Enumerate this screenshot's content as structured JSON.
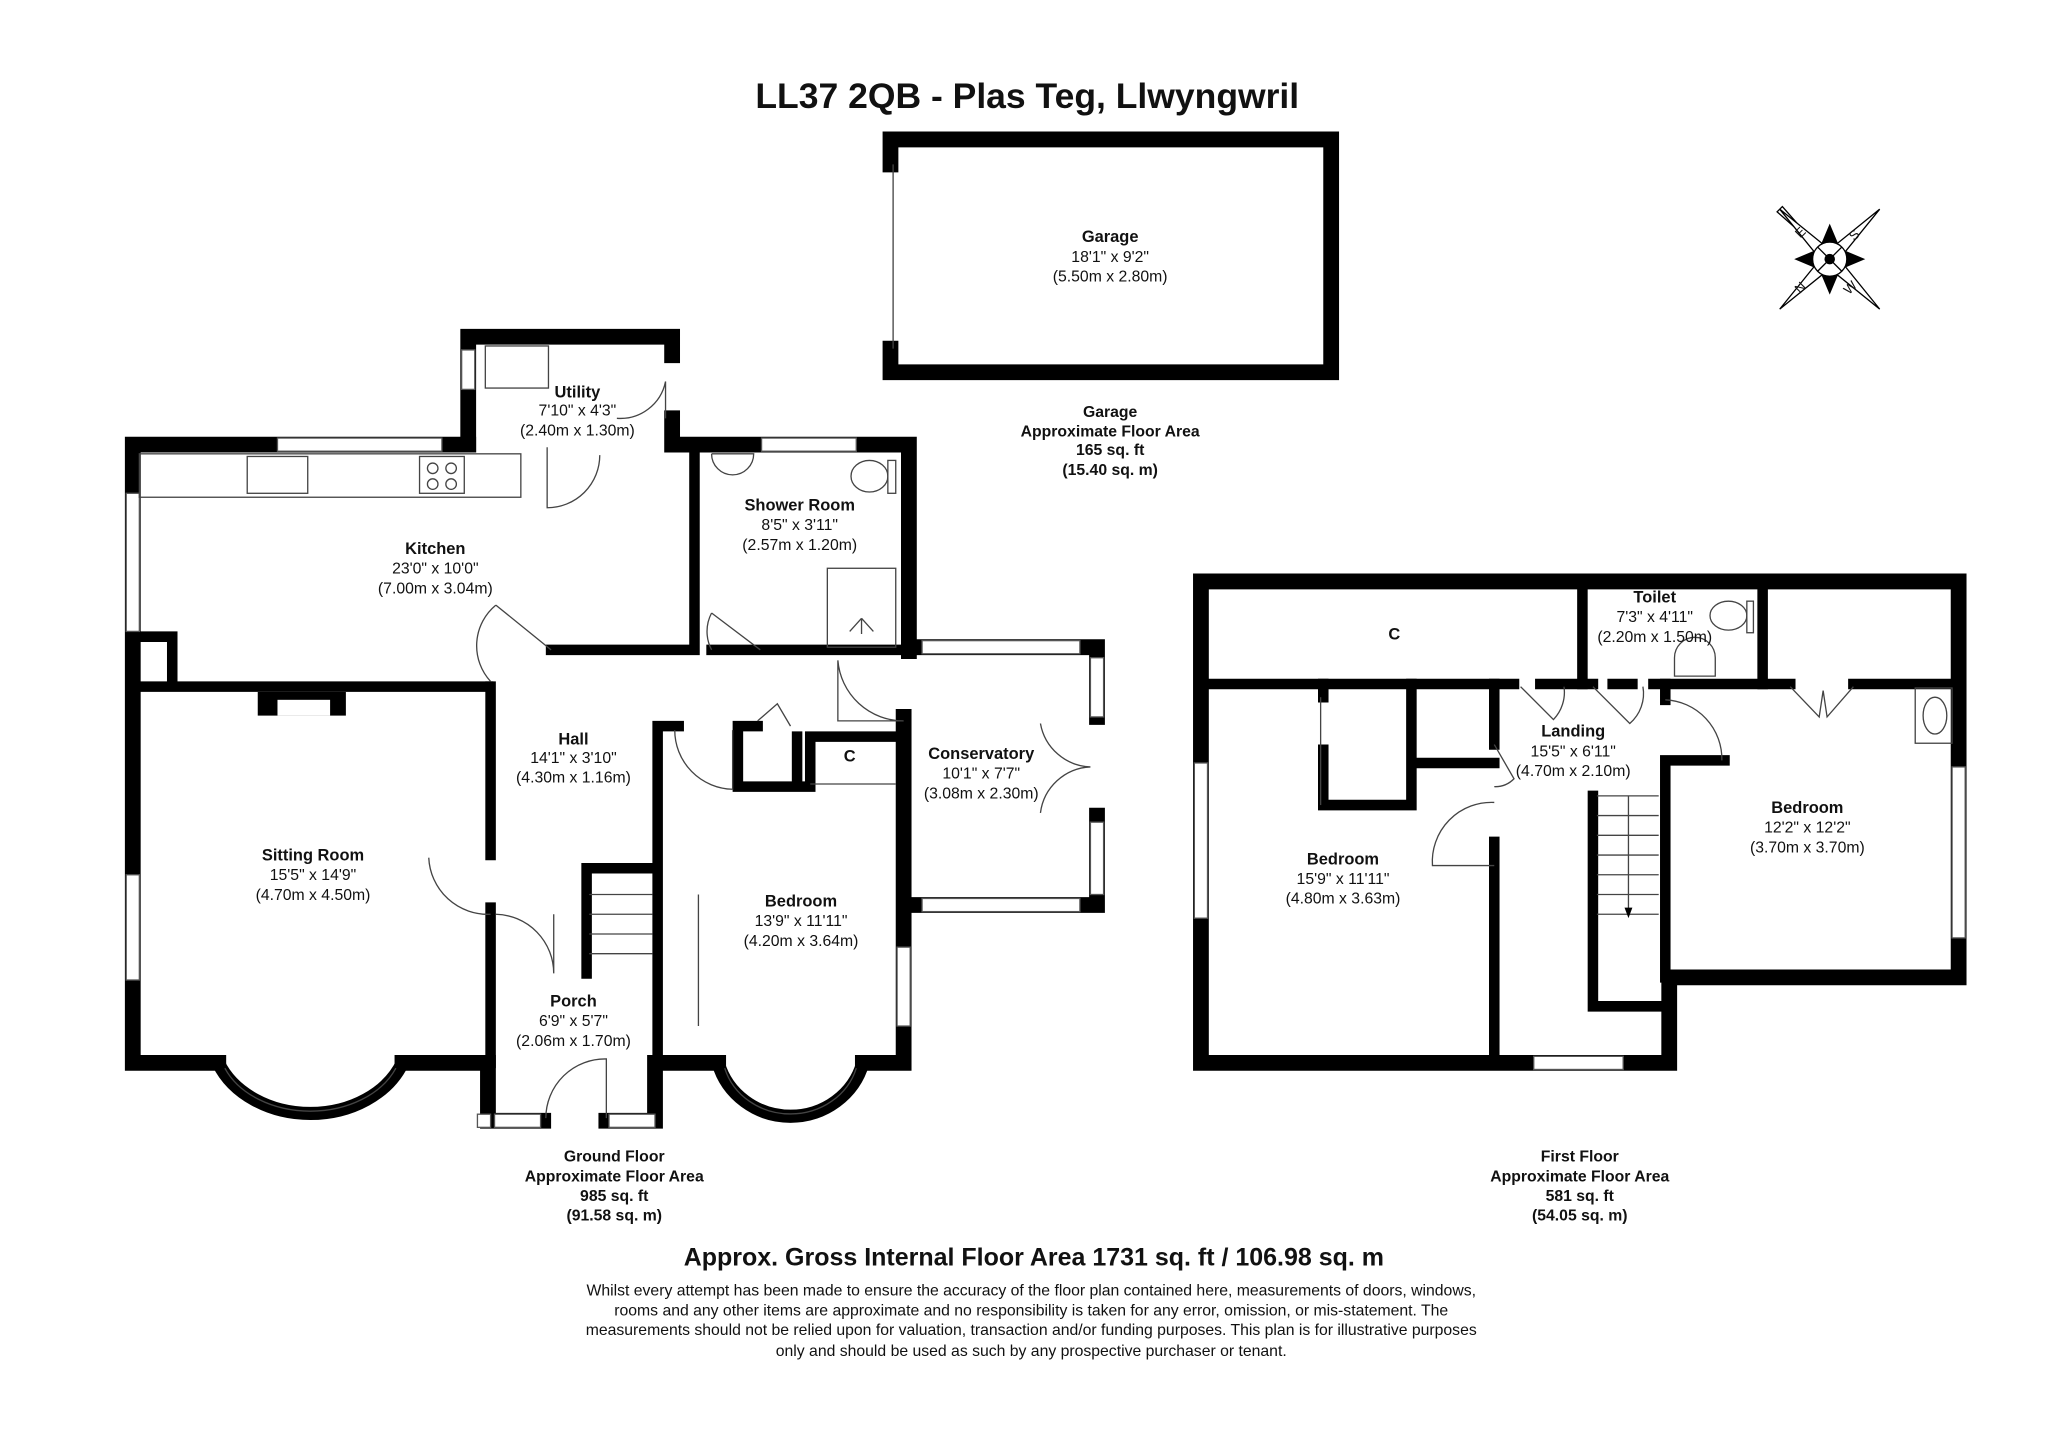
{
  "title": "LL37 2QB - Plas Teg, Llwyngwril",
  "compass": {
    "letters": [
      "E",
      "S",
      "N",
      "W"
    ]
  },
  "garage": {
    "name": "Garage",
    "dims_imperial": "18'1\" x 9'2\"",
    "dims_metric": "(5.50m x 2.80m)",
    "area": {
      "name": "Garage",
      "label": "Approximate Floor Area",
      "sqft": "165 sq. ft",
      "sqm": "(15.40 sq. m)"
    }
  },
  "ground_floor": {
    "rooms": [
      {
        "name": "Utility",
        "dims_imperial": "7'10\" x 4'3\"",
        "dims_metric": "(2.40m x 1.30m)"
      },
      {
        "name": "Kitchen",
        "dims_imperial": "23'0\" x 10'0\"",
        "dims_metric": "(7.00m x 3.04m)"
      },
      {
        "name": "Shower Room",
        "dims_imperial": "8'5\" x 3'11\"",
        "dims_metric": "(2.57m x 1.20m)"
      },
      {
        "name": "Hall",
        "dims_imperial": "14'1\" x 3'10\"",
        "dims_metric": "(4.30m x 1.16m)"
      },
      {
        "name": "Conservatory",
        "dims_imperial": "10'1\" x 7'7\"",
        "dims_metric": "(3.08m x 2.30m)"
      },
      {
        "name": "Sitting Room",
        "dims_imperial": "15'5\" x 14'9\"",
        "dims_metric": "(4.70m x 4.50m)"
      },
      {
        "name": "Bedroom",
        "dims_imperial": "13'9\" x 11'11\"",
        "dims_metric": "(4.20m x 3.64m)"
      },
      {
        "name": "Porch",
        "dims_imperial": "6'9\" x 5'7\"",
        "dims_metric": "(2.06m x 1.70m)"
      }
    ],
    "cupboard_label": "C",
    "area": {
      "name": "Ground Floor",
      "label": "Approximate Floor Area",
      "sqft": "985 sq. ft",
      "sqm": "(91.58 sq. m)"
    }
  },
  "first_floor": {
    "rooms": [
      {
        "name": "Toilet",
        "dims_imperial": "7'3\" x 4'11\"",
        "dims_metric": "(2.20m x 1.50m)"
      },
      {
        "name": "Landing",
        "dims_imperial": "15'5\" x 6'11\"",
        "dims_metric": "(4.70m x 2.10m)"
      },
      {
        "name": "Bedroom",
        "dims_imperial": "15'9\" x 11'11\"",
        "dims_metric": "(4.80m x 3.63m)"
      },
      {
        "name": "Bedroom",
        "dims_imperial": "12'2\" x 12'2\"",
        "dims_metric": "(3.70m x 3.70m)"
      }
    ],
    "cupboard_label": "C",
    "area": {
      "name": "First Floor",
      "label": "Approximate Floor Area",
      "sqft": "581 sq. ft",
      "sqm": "(54.05 sq. m)"
    }
  },
  "gross_area": "Approx. Gross Internal Floor Area 1731 sq. ft / 106.98 sq. m",
  "disclaimer": [
    "Whilst every attempt has been made to ensure the accuracy of the floor plan contained here, measurements of doors, windows,",
    "rooms and any other items are approximate and no responsibility is taken for any error, omission, or mis-statement. The",
    "measurements should not be relied upon for valuation, transaction and/or funding purposes. This plan is for illustrative purposes",
    "only and should be used as such by any prospective purchaser or tenant."
  ]
}
